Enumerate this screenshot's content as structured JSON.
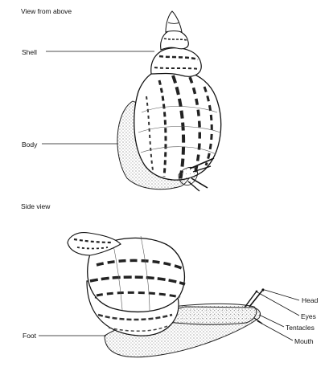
{
  "top_view": {
    "title": "View from above",
    "labels": {
      "shell": "Shell",
      "body": "Body"
    }
  },
  "side_view": {
    "title": "Side view",
    "labels": {
      "foot": "Foot",
      "head": "Head",
      "eyes": "Eyes",
      "tentacles": "Tentacles",
      "mouth": "Mouth"
    }
  }
}
